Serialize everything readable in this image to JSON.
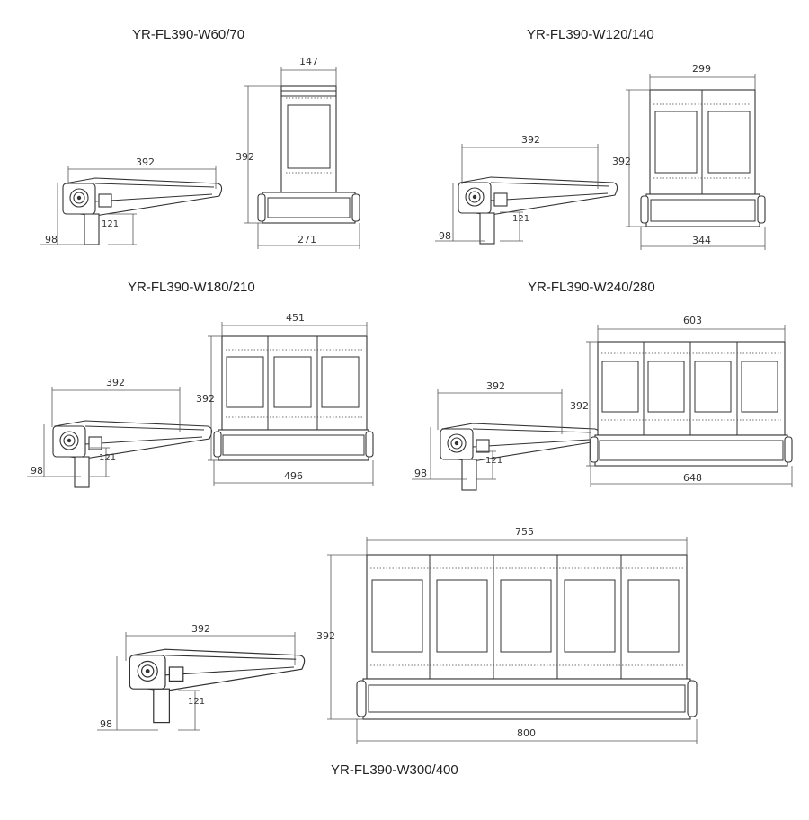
{
  "colors": {
    "line": "#333333",
    "text": "#222222",
    "background": "#ffffff"
  },
  "models": [
    {
      "title": "YR-FL390-W60/70",
      "side": {
        "length": "392",
        "height": "98",
        "bracket": "121"
      },
      "front": {
        "top_width": "147",
        "bottom_width": "271",
        "height": "392"
      }
    },
    {
      "title": "YR-FL390-W120/140",
      "side": {
        "length": "392",
        "height": "98",
        "bracket": "121"
      },
      "front": {
        "top_width": "299",
        "bottom_width": "344",
        "height": "392"
      }
    },
    {
      "title": "YR-FL390-W180/210",
      "side": {
        "length": "392",
        "height": "98",
        "bracket": "121"
      },
      "front": {
        "top_width": "451",
        "bottom_width": "496",
        "height": "392"
      }
    },
    {
      "title": "YR-FL390-W240/280",
      "side": {
        "length": "392",
        "height": "98",
        "bracket": "121"
      },
      "front": {
        "top_width": "603",
        "bottom_width": "648",
        "height": "392"
      }
    },
    {
      "title": "YR-FL390-W300/400",
      "side": {
        "length": "392",
        "height": "98",
        "bracket": "121"
      },
      "front": {
        "top_width": "755",
        "bottom_width": "800",
        "height": "392"
      }
    }
  ]
}
